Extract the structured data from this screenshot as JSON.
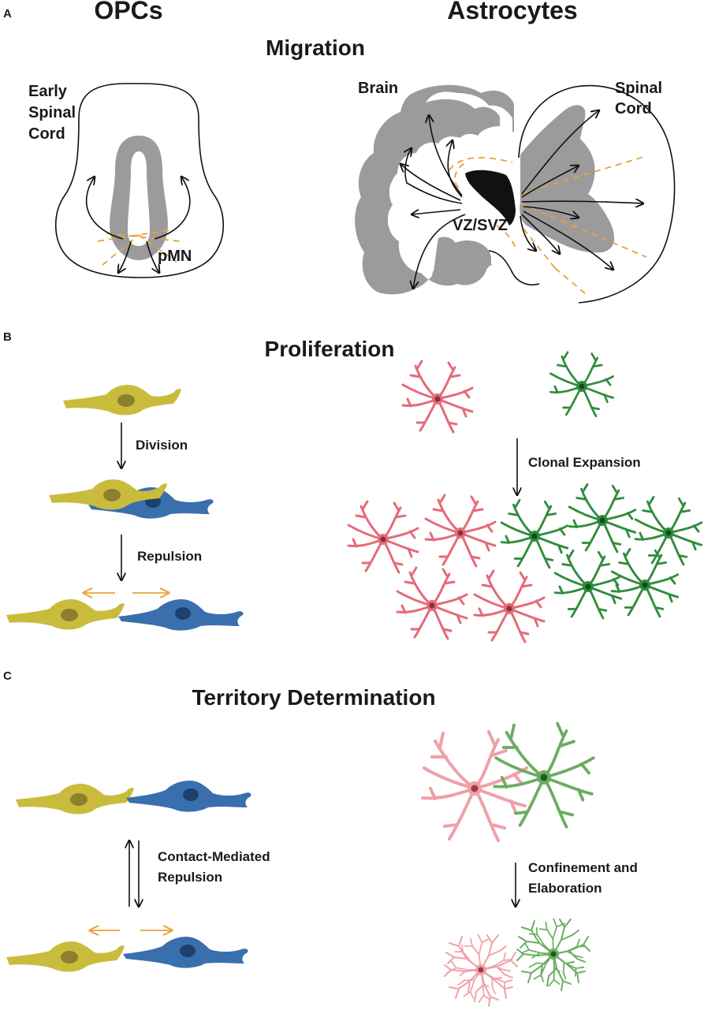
{
  "panels": {
    "a": "A",
    "b": "B",
    "c": "C"
  },
  "columns": {
    "left": "OPCs",
    "right": "Astrocytes"
  },
  "sections": {
    "migration": "Migration",
    "proliferation": "Proliferation",
    "territory": "Territory Determination"
  },
  "migration": {
    "early_line1": "Early",
    "early_line2": "Spinal",
    "early_line3": "Cord",
    "pmn": "pMN",
    "brain": "Brain",
    "vz": "VZ/SVZ",
    "spinal_line1": "Spinal",
    "spinal_line2": "Cord"
  },
  "proliferation": {
    "division": "Division",
    "repulsion": "Repulsion",
    "clonal": "Clonal Expansion"
  },
  "territory": {
    "contact_line1": "Contact-Mediated",
    "contact_line2": "Repulsion",
    "confine_line1": "Confinement and",
    "confine_line2": "Elaboration"
  },
  "colors": {
    "opc_yellow": "#c9bc3c",
    "opc_yellow_nucleus": "#8d7f2c",
    "opc_blue": "#3a6fae",
    "opc_blue_nucleus": "#1f3f6c",
    "astro_red": "#e56b78",
    "astro_red_light": "#f0a0a8",
    "astro_green": "#2f8c3c",
    "astro_green_light": "#6cac62",
    "gray_matter": "#9b9b9b",
    "arrow_orange": "#e8a23a"
  }
}
